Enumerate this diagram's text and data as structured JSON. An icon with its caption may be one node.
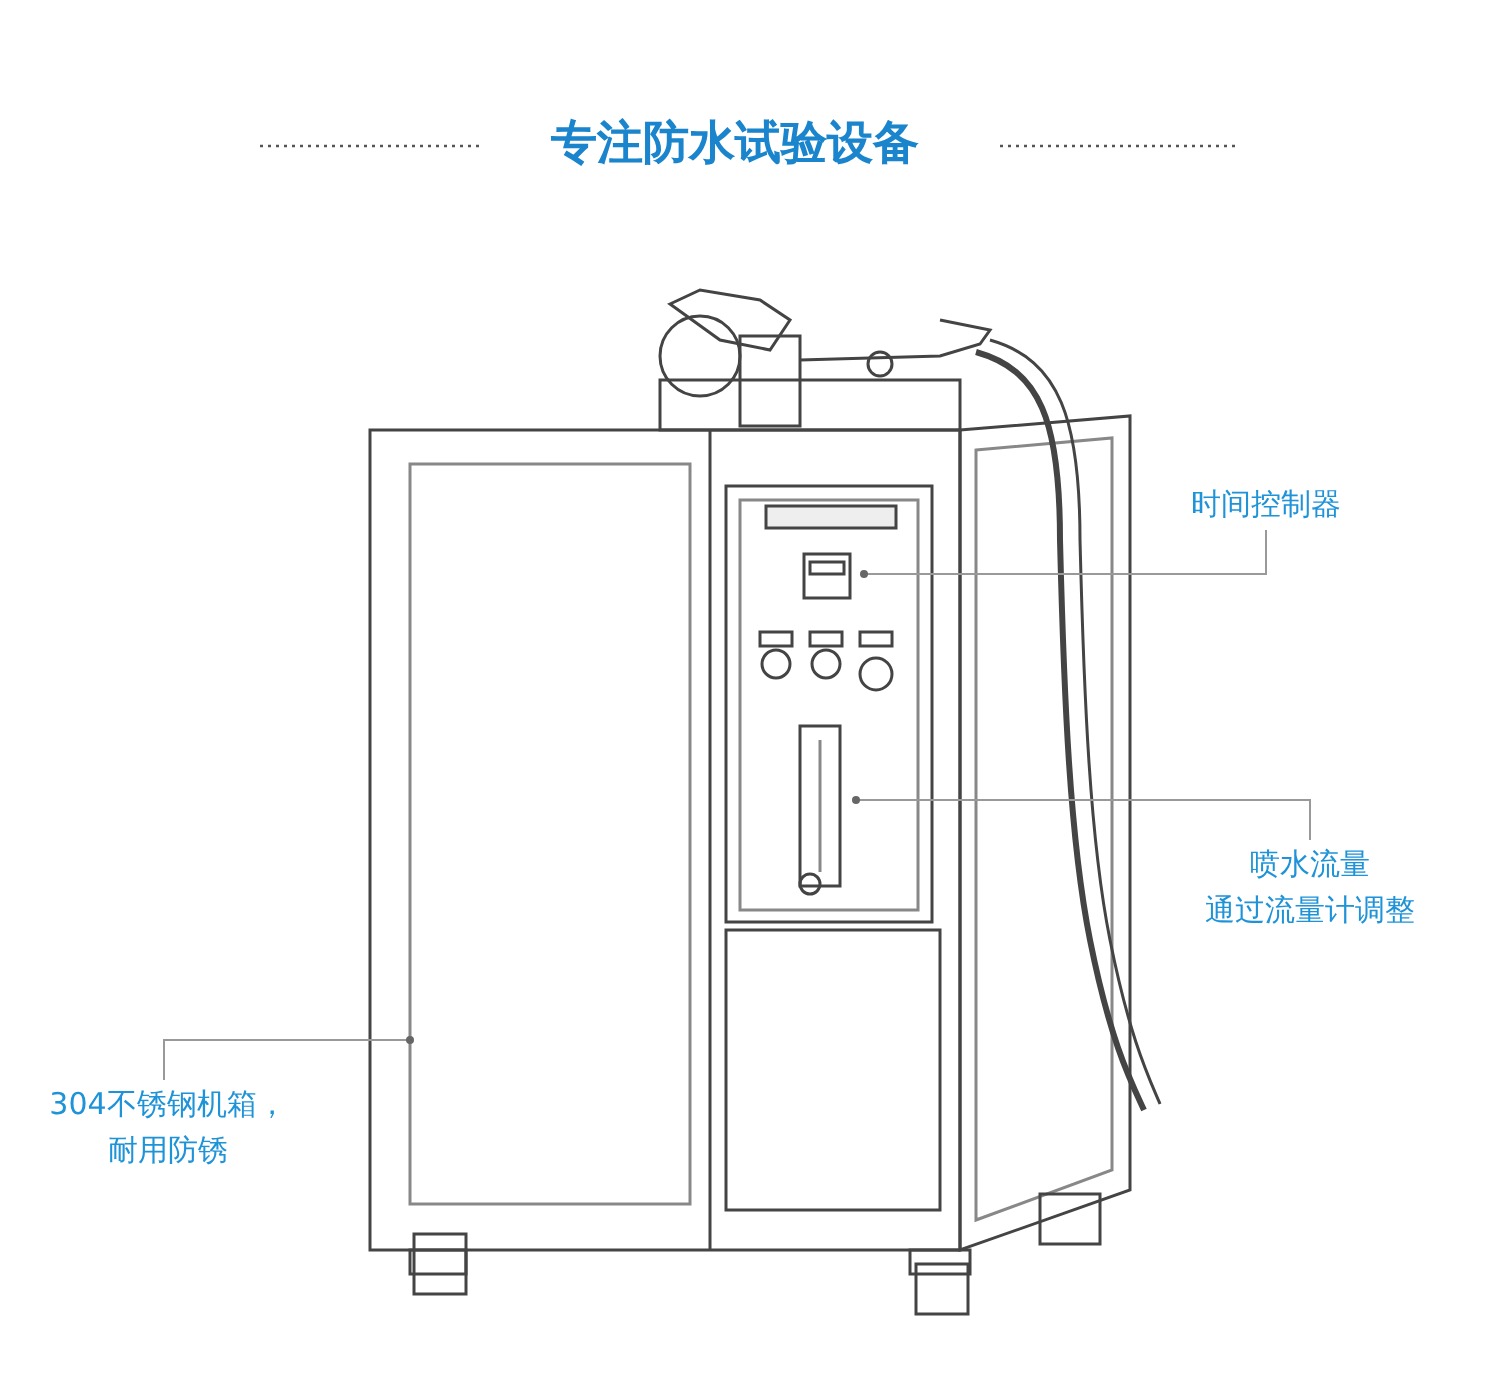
{
  "diagram": {
    "title": "专注防水试验设备",
    "nodes": [
      {
        "text": [
          "时间控制器"
        ]
      },
      {
        "text": [
          "喷水流量",
          "通过流量计调整"
        ]
      },
      {
        "text": [
          "304不锈钢机箱，耐用防锈"
        ]
      }
    ],
    "edges": [
      {
        "from": 0,
        "to": null,
        "arrow": "other"
      },
      {
        "from": 1,
        "to": null,
        "arrow": "other"
      },
      {
        "from": 2,
        "to": null,
        "arrow": "other"
      }
    ]
  }
}
